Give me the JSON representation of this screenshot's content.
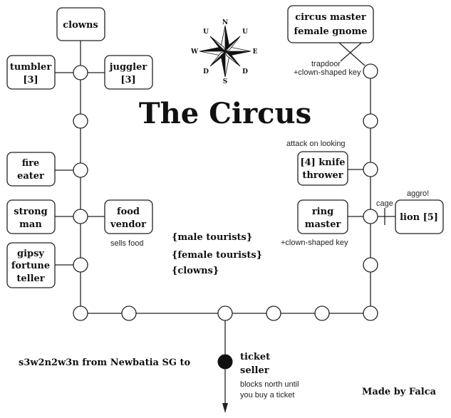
{
  "title": "The Circus",
  "compass": {
    "n": "N",
    "s": "S",
    "e": "E",
    "w": "W",
    "u1": "U",
    "u2": "U",
    "d1": "D",
    "d2": "D"
  },
  "rooms": {
    "clowns": [
      "clowns"
    ],
    "tumbler": [
      "tumbler",
      "[3]"
    ],
    "juggler": [
      "juggler",
      "[3]"
    ],
    "fire_eater": [
      "fire",
      "eater"
    ],
    "strong_man": [
      "strong",
      "man"
    ],
    "food_vendor": [
      "food",
      "vendor"
    ],
    "gipsy": [
      "gipsy",
      "fortune",
      "teller"
    ],
    "circus_master": [
      "circus master",
      "female gnome"
    ],
    "knife_thrower": [
      "[4] knife",
      "thrower"
    ],
    "ring_master": [
      "ring",
      "master"
    ],
    "lion": [
      "lion [5]"
    ],
    "ticket_seller": [
      "ticket",
      "seller"
    ]
  },
  "notes": {
    "sells_food": "sells food",
    "trapdoor": "trapdoor",
    "clown_key_top": "+clown-shaped key",
    "attack_on_looking": "attack on looking",
    "aggro": "aggro!",
    "cage": "cage",
    "clown_key_ring": "+clown-shaped key",
    "blocks_1": "blocks north until",
    "blocks_2": "you buy a ticket"
  },
  "wanderers": [
    "{male tourists}",
    "{female tourists}",
    "{clowns}"
  ],
  "directions": "s3w2n2w3n from Newbatia SG to",
  "credit": "Made by Falca",
  "colors": {
    "ink": "#222222",
    "paper": "#ffffff"
  }
}
